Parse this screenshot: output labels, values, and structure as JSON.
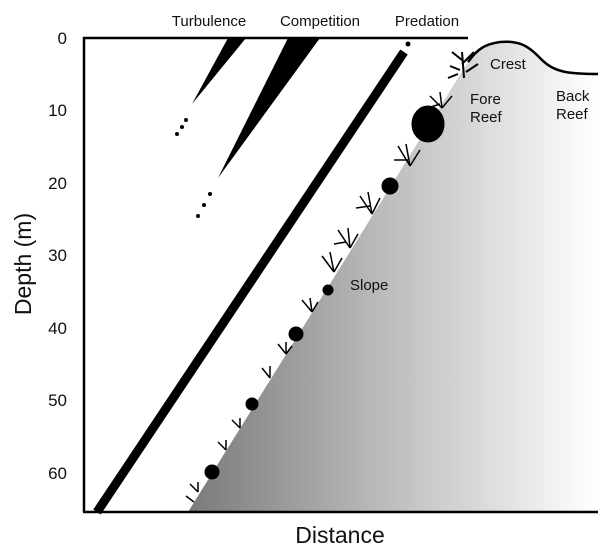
{
  "figure": {
    "y_axis_label": "Depth (m)",
    "x_axis_label": "Distance",
    "y_ticks": [
      "0",
      "10",
      "20",
      "30",
      "40",
      "50",
      "60"
    ],
    "factor_labels": [
      "Turbulence",
      "Competition",
      "Predation"
    ],
    "zone_labels": {
      "crest": "Crest",
      "fore_reef_line1": "Fore",
      "fore_reef_line2": "Reef",
      "back_reef_line1": "Back",
      "back_reef_line2": "Reef",
      "slope": "Slope"
    }
  }
}
